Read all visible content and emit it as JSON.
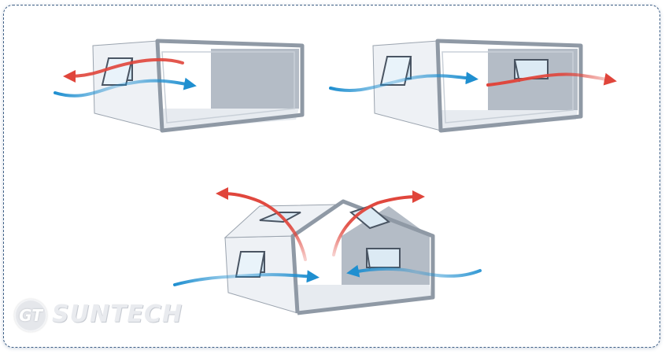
{
  "logo": {
    "badge": "GT",
    "name": "SUNTECH"
  },
  "colors": {
    "frame_border": "#3e5f86",
    "inflow_arrow": "#1f8fd0",
    "outflow_arrow": "#e0453b",
    "wall_light": "#eef1f5",
    "wall_inner": "#b4bcc6",
    "floor": "#e7ebf0"
  },
  "icons": [
    "cold-air-arrow",
    "warm-air-arrow",
    "awning-window-icon",
    "roof-skylight-icon"
  ]
}
